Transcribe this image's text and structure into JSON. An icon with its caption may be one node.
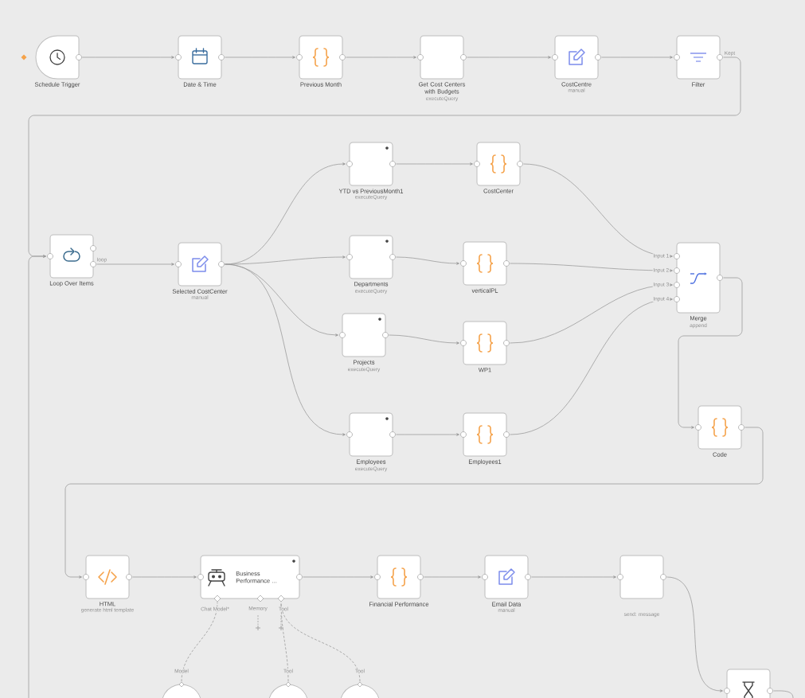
{
  "diagram": {
    "nodes": [
      {
        "text": [
          "Schedule Trigger"
        ]
      },
      {
        "text": [
          "Date & Time"
        ]
      },
      {
        "text": [
          "Previous Month"
        ]
      },
      {
        "text": [
          "Get Cost Centers with Budgets",
          "executeQuery"
        ]
      },
      {
        "text": [
          "CostCentre",
          "manual"
        ]
      },
      {
        "text": [
          "Filter"
        ]
      },
      {
        "text": [
          "Loop Over Items"
        ]
      },
      {
        "text": [
          "Selected CostCenter",
          "manual"
        ]
      },
      {
        "text": [
          "YTD vs PreviousMonth1",
          "executeQuery"
        ]
      },
      {
        "text": [
          "CostCenter"
        ]
      },
      {
        "text": [
          "Departments",
          "executeQuery"
        ]
      },
      {
        "text": [
          "verticalPL"
        ]
      },
      {
        "text": [
          "Projects",
          "executeQuery"
        ]
      },
      {
        "text": [
          "WP1"
        ]
      },
      {
        "text": [
          "Employees",
          "executeQuery"
        ]
      },
      {
        "text": [
          "Employees1"
        ]
      },
      {
        "text": [
          "Merge",
          "append"
        ]
      },
      {
        "text": [
          "Code"
        ]
      },
      {
        "text": [
          "HTML",
          "generate html template"
        ]
      },
      {
        "text": [
          "Business Performance ..."
        ]
      },
      {
        "text": [
          "Financial Performance"
        ]
      },
      {
        "text": [
          "Email Data",
          "manual"
        ]
      },
      {
        "text": [
          "send: message"
        ]
      },
      {
        "text": [],
        "shape": "box"
      },
      {
        "text": [],
        "shape": "circle"
      },
      {
        "text": [],
        "shape": "circle"
      },
      {
        "text": [],
        "shape": "circle"
      }
    ],
    "edges": [
      {
        "from": 0,
        "to": 1,
        "arrow": "to"
      },
      {
        "from": 1,
        "to": 2,
        "arrow": "to"
      },
      {
        "from": 2,
        "to": 3,
        "arrow": "to"
      },
      {
        "from": 3,
        "to": 4,
        "arrow": "to"
      },
      {
        "from": 4,
        "to": 5,
        "arrow": "to"
      },
      {
        "from": 5,
        "to": 6,
        "arrow": "to",
        "label": "Kept"
      },
      {
        "from": null,
        "to": 6,
        "arrow": "to"
      },
      {
        "from": 6,
        "to": 7,
        "arrow": "to",
        "label": "loop"
      },
      {
        "from": 7,
        "to": 8,
        "arrow": "to"
      },
      {
        "from": 7,
        "to": 10,
        "arrow": "to"
      },
      {
        "from": 7,
        "to": 12,
        "arrow": "to"
      },
      {
        "from": 7,
        "to": 14,
        "arrow": "to"
      },
      {
        "from": 8,
        "to": 9,
        "arrow": "to"
      },
      {
        "from": 10,
        "to": 11,
        "arrow": "to"
      },
      {
        "from": 12,
        "to": 13,
        "arrow": "to"
      },
      {
        "from": 14,
        "to": 15,
        "arrow": "to"
      },
      {
        "from": 9,
        "to": 16,
        "arrow": "to",
        "label": "Input 1"
      },
      {
        "from": 11,
        "to": 16,
        "arrow": "to",
        "label": "Input 2"
      },
      {
        "from": 13,
        "to": 16,
        "arrow": "to",
        "label": "Input 3"
      },
      {
        "from": 15,
        "to": 16,
        "arrow": "to",
        "label": "Input 4"
      },
      {
        "from": 16,
        "to": 17,
        "arrow": "to"
      },
      {
        "from": 17,
        "to": 18,
        "arrow": "to"
      },
      {
        "from": 18,
        "to": 19,
        "arrow": "to"
      },
      {
        "from": 19,
        "to": 20,
        "arrow": "to"
      },
      {
        "from": 20,
        "to": 21,
        "arrow": "to"
      },
      {
        "from": 21,
        "to": 22,
        "arrow": "to"
      },
      {
        "from": 22,
        "to": 23,
        "arrow": "to"
      },
      {
        "from": 23,
        "to": null,
        "arrow": "none"
      },
      {
        "from": 24,
        "to": 19,
        "arrow": "none",
        "style": "dashed"
      },
      {
        "from": 25,
        "to": 19,
        "arrow": "none",
        "style": "dashed"
      },
      {
        "from": 26,
        "to": 19,
        "arrow": "none",
        "style": "dashed"
      }
    ],
    "labels": [
      "Chat Model*",
      "Memory",
      "Tool",
      "Model",
      "Tool",
      "Tool"
    ]
  }
}
